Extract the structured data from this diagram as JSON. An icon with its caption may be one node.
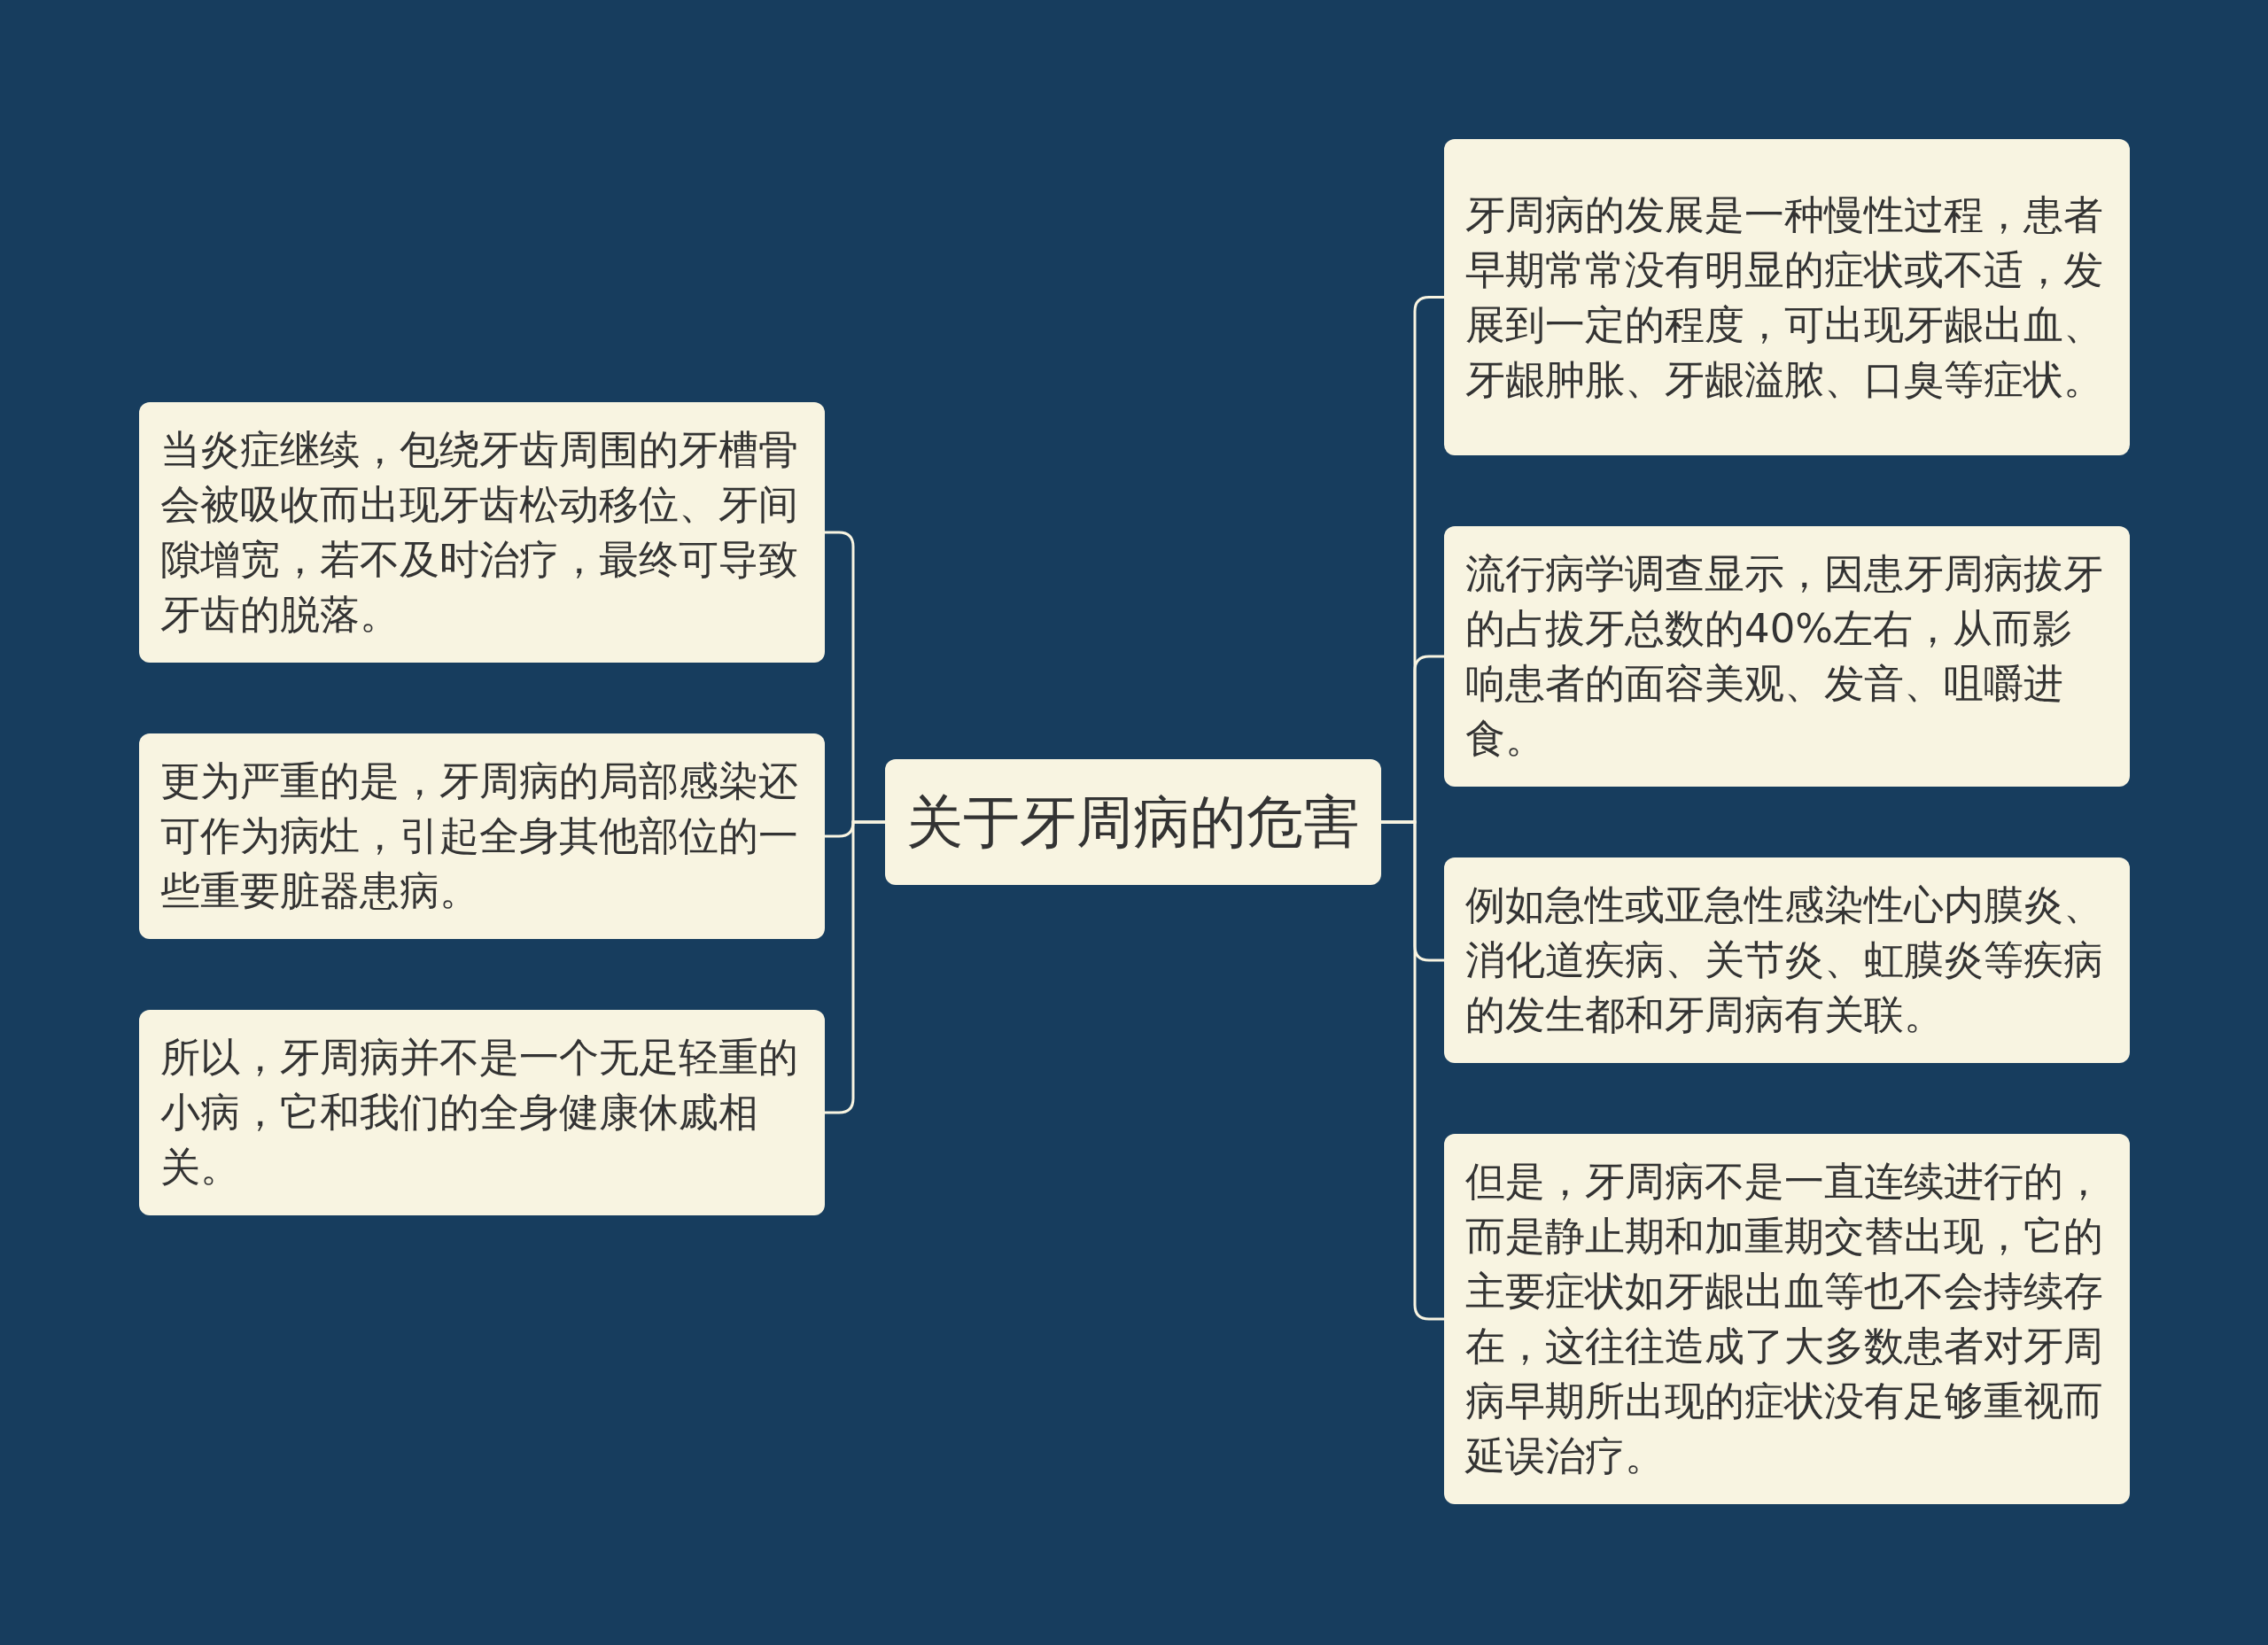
{
  "diagram": {
    "nodes": [
      {
        "text": [
          "关于牙周病的危害"
        ]
      },
      {
        "text": [
          "当炎症继续，包绕牙齿周围的牙槽骨会被吸收而出现牙齿松动移位、牙间隙增宽，若不及时治疗，最终可导致牙齿的脱落。"
        ]
      },
      {
        "text": [
          "更为严重的是，牙周病的局部感染还可作为病灶，引起全身其他部位的一些重要脏器患病。"
        ]
      },
      {
        "text": [
          "所以，牙周病并不是一个无足轻重的小病，它和我们的全身健康休戚相关。"
        ]
      },
      {
        "text": [
          "牙周病的发展是一种慢性过程，患者早期常常没有明显的症状或不适，发展到一定的程度，可出现牙龈出血、牙龈肿胀、牙龈溢脓、口臭等症状。"
        ]
      },
      {
        "text": [
          "流行病学调查显示，因患牙周病拔牙的占拔牙总数的40%左右，从而影响患者的面容美观、发音、咀嚼进食。"
        ]
      },
      {
        "text": [
          "例如急性或亚急性感染性心内膜炎、消化道疾病、关节炎、虹膜炎等疾病的发生都和牙周病有关联。"
        ]
      },
      {
        "text": [
          "但是，牙周病不是一直连续进行的，而是静止期和加重期交替出现，它的主要症状如牙龈出血等也不会持续存在，这往往造成了大多数患者对牙周病早期所出现的症状没有足够重视而延误治疗。"
        ]
      }
    ],
    "edges": [
      {
        "from": 0,
        "to": 1,
        "arrow": "none"
      },
      {
        "from": 0,
        "to": 2,
        "arrow": "none"
      },
      {
        "from": 0,
        "to": 3,
        "arrow": "none"
      },
      {
        "from": 0,
        "to": 4,
        "arrow": "none"
      },
      {
        "from": 0,
        "to": 5,
        "arrow": "none"
      },
      {
        "from": 0,
        "to": 6,
        "arrow": "none"
      },
      {
        "from": 0,
        "to": 7,
        "arrow": "none"
      }
    ]
  }
}
